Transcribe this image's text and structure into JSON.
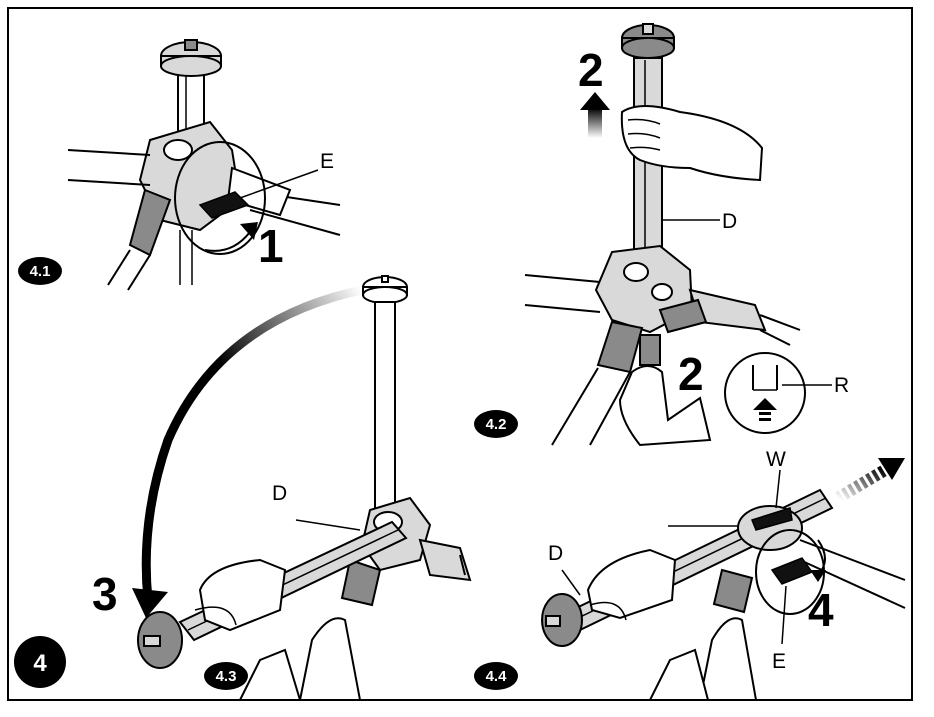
{
  "panels": {
    "p41": {
      "badge": "4.1",
      "step": "1",
      "label_e": "E"
    },
    "p42": {
      "badge": "4.2",
      "step_up": "2",
      "step_push": "2",
      "label_d": "D",
      "label_r": "R"
    },
    "p43": {
      "badge": "4.3",
      "step": "3",
      "label_d": "D"
    },
    "p44": {
      "badge": "4.4",
      "step": "4",
      "label_d": "D",
      "label_w": "W",
      "label_e": "E"
    }
  },
  "main_badge": "4",
  "colors": {
    "frame": "#000000",
    "part_light": "#d9d9d9",
    "part_mid": "#8a8a8a",
    "badge": "#000000"
  }
}
